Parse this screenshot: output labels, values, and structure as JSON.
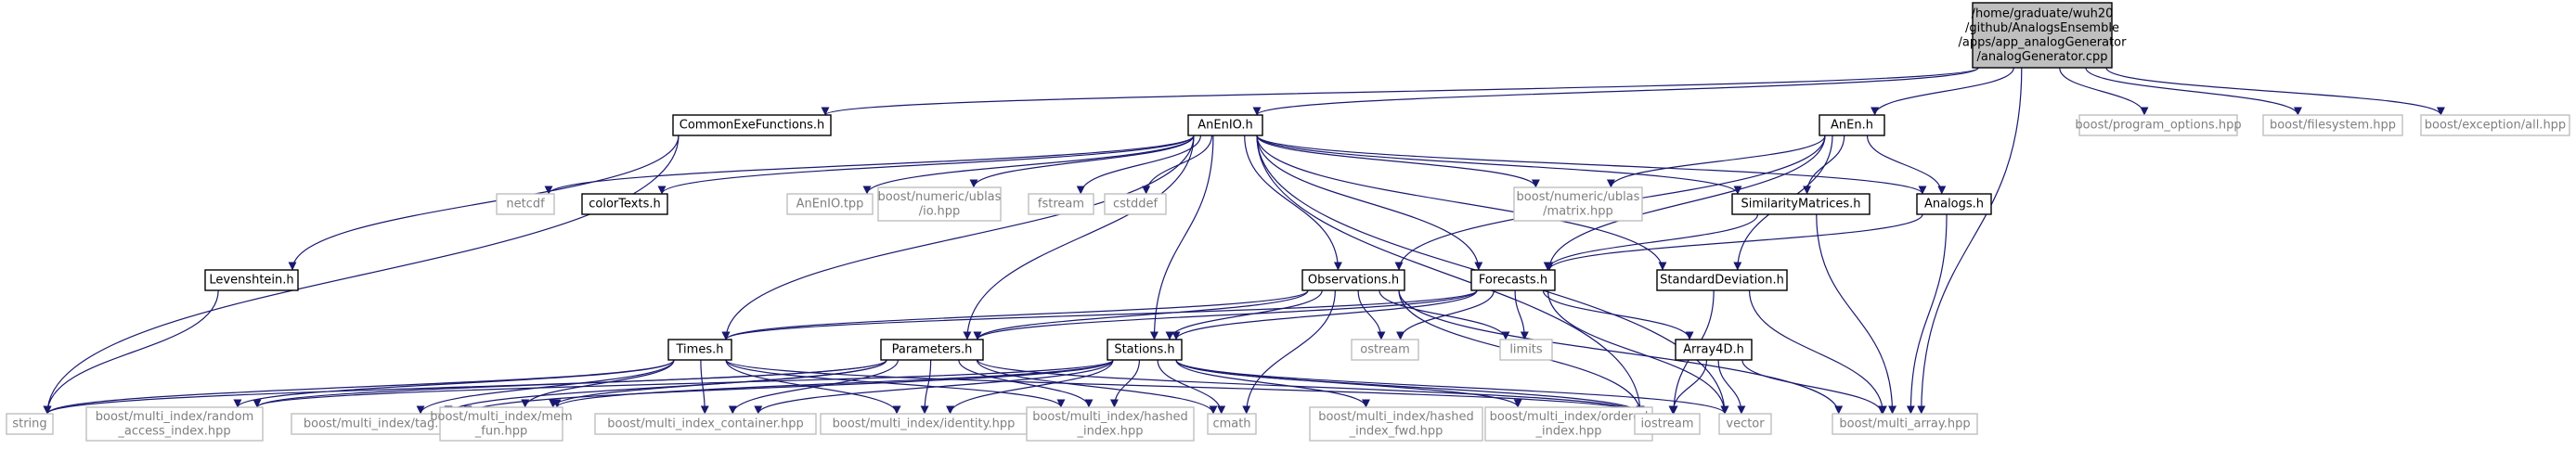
{
  "graph": {
    "edge_color": "#191970",
    "main_fill": "#bfbfbf",
    "external_text_color": "#7f7f7f",
    "nodes": [
      {
        "id": "main",
        "type": "main",
        "lines": [
          "/home/graduate/wuh20",
          "/github/AnalogsEnsemble",
          "/apps/app_analogGenerator",
          "/analogGenerator.cpp"
        ]
      },
      {
        "id": "commonexe",
        "type": "local",
        "lines": [
          "CommonExeFunctions.h"
        ]
      },
      {
        "id": "anenio",
        "type": "local",
        "lines": [
          "AnEnIO.h"
        ]
      },
      {
        "id": "anen",
        "type": "local",
        "lines": [
          "AnEn.h"
        ]
      },
      {
        "id": "po",
        "type": "ext",
        "lines": [
          "boost/program_options.hpp"
        ]
      },
      {
        "id": "fs",
        "type": "ext",
        "lines": [
          "boost/filesystem.hpp"
        ]
      },
      {
        "id": "exc",
        "type": "ext",
        "lines": [
          "boost/exception/all.hpp"
        ]
      },
      {
        "id": "netcdf",
        "type": "ext",
        "lines": [
          "netcdf"
        ]
      },
      {
        "id": "colortexts",
        "type": "local",
        "lines": [
          "colorTexts.h"
        ]
      },
      {
        "id": "anentpp",
        "type": "ext",
        "lines": [
          "AnEnIO.tpp"
        ]
      },
      {
        "id": "ublasio",
        "type": "ext",
        "lines": [
          "boost/numeric/ublas",
          "/io.hpp"
        ]
      },
      {
        "id": "fstream",
        "type": "ext",
        "lines": [
          "fstream"
        ]
      },
      {
        "id": "cstddef",
        "type": "ext",
        "lines": [
          "cstddef"
        ]
      },
      {
        "id": "matrix",
        "type": "ext",
        "lines": [
          "boost/numeric/ublas",
          "/matrix.hpp"
        ]
      },
      {
        "id": "simmat",
        "type": "local",
        "lines": [
          "SimilarityMatrices.h"
        ]
      },
      {
        "id": "analogs",
        "type": "local",
        "lines": [
          "Analogs.h"
        ]
      },
      {
        "id": "leven",
        "type": "local",
        "lines": [
          "Levenshtein.h"
        ]
      },
      {
        "id": "obs",
        "type": "local",
        "lines": [
          "Observations.h"
        ]
      },
      {
        "id": "fcst",
        "type": "local",
        "lines": [
          "Forecasts.h"
        ]
      },
      {
        "id": "stddev",
        "type": "local",
        "lines": [
          "StandardDeviation.h"
        ]
      },
      {
        "id": "times",
        "type": "local",
        "lines": [
          "Times.h"
        ]
      },
      {
        "id": "params",
        "type": "local",
        "lines": [
          "Parameters.h"
        ]
      },
      {
        "id": "stations",
        "type": "local",
        "lines": [
          "Stations.h"
        ]
      },
      {
        "id": "ostream",
        "type": "ext",
        "lines": [
          "ostream"
        ]
      },
      {
        "id": "limits",
        "type": "ext",
        "lines": [
          "limits"
        ]
      },
      {
        "id": "array4d",
        "type": "local",
        "lines": [
          "Array4D.h"
        ]
      },
      {
        "id": "string",
        "type": "ext",
        "lines": [
          "string"
        ]
      },
      {
        "id": "random",
        "type": "ext",
        "lines": [
          "boost/multi_index/random",
          "_access_index.hpp"
        ]
      },
      {
        "id": "tag",
        "type": "ext",
        "lines": [
          "boost/multi_index/tag.hpp"
        ]
      },
      {
        "id": "memfun",
        "type": "ext",
        "lines": [
          "boost/multi_index/mem",
          "_fun.hpp"
        ]
      },
      {
        "id": "mic",
        "type": "ext",
        "lines": [
          "boost/multi_index_container.hpp"
        ]
      },
      {
        "id": "identity",
        "type": "ext",
        "lines": [
          "boost/multi_index/identity.hpp"
        ]
      },
      {
        "id": "hashed",
        "type": "ext",
        "lines": [
          "boost/multi_index/hashed",
          "_index.hpp"
        ]
      },
      {
        "id": "cmath",
        "type": "ext",
        "lines": [
          "cmath"
        ]
      },
      {
        "id": "hashedfwd",
        "type": "ext",
        "lines": [
          "boost/multi_index/hashed",
          "_index_fwd.hpp"
        ]
      },
      {
        "id": "ordered",
        "type": "ext",
        "lines": [
          "boost/multi_index/ordered",
          "_index.hpp"
        ]
      },
      {
        "id": "iostream",
        "type": "ext",
        "lines": [
          "iostream"
        ]
      },
      {
        "id": "vector",
        "type": "ext",
        "lines": [
          "vector"
        ]
      },
      {
        "id": "multiarray",
        "type": "ext",
        "lines": [
          "boost/multi_array.hpp"
        ]
      }
    ],
    "edges": [
      [
        "main",
        "commonexe"
      ],
      [
        "main",
        "anenio"
      ],
      [
        "main",
        "anen"
      ],
      [
        "main",
        "po"
      ],
      [
        "main",
        "fs"
      ],
      [
        "main",
        "exc"
      ],
      [
        "main",
        "multiarray"
      ],
      [
        "commonexe",
        "leven"
      ],
      [
        "commonexe",
        "string"
      ],
      [
        "leven",
        "string"
      ],
      [
        "anenio",
        "netcdf"
      ],
      [
        "anenio",
        "colortexts"
      ],
      [
        "anenio",
        "anentpp"
      ],
      [
        "anenio",
        "ublasio"
      ],
      [
        "anenio",
        "fstream"
      ],
      [
        "anenio",
        "cstddef"
      ],
      [
        "anenio",
        "matrix"
      ],
      [
        "anenio",
        "simmat"
      ],
      [
        "anenio",
        "analogs"
      ],
      [
        "anenio",
        "obs"
      ],
      [
        "anenio",
        "fcst"
      ],
      [
        "anenio",
        "stddev"
      ],
      [
        "anenio",
        "times"
      ],
      [
        "anenio",
        "params"
      ],
      [
        "anenio",
        "stations"
      ],
      [
        "anenio",
        "vector"
      ],
      [
        "anenio",
        "iostream"
      ],
      [
        "anen",
        "matrix"
      ],
      [
        "anen",
        "simmat"
      ],
      [
        "anen",
        "analogs"
      ],
      [
        "anen",
        "obs"
      ],
      [
        "anen",
        "fcst"
      ],
      [
        "anen",
        "stddev"
      ],
      [
        "simmat",
        "fcst"
      ],
      [
        "simmat",
        "multiarray"
      ],
      [
        "analogs",
        "fcst"
      ],
      [
        "analogs",
        "multiarray"
      ],
      [
        "obs",
        "times"
      ],
      [
        "obs",
        "params"
      ],
      [
        "obs",
        "stations"
      ],
      [
        "obs",
        "ostream"
      ],
      [
        "obs",
        "limits"
      ],
      [
        "obs",
        "multiarray"
      ],
      [
        "obs",
        "cmath"
      ],
      [
        "obs",
        "iostream"
      ],
      [
        "fcst",
        "times"
      ],
      [
        "fcst",
        "params"
      ],
      [
        "fcst",
        "stations"
      ],
      [
        "fcst",
        "ostream"
      ],
      [
        "fcst",
        "limits"
      ],
      [
        "fcst",
        "array4d"
      ],
      [
        "fcst",
        "vector"
      ],
      [
        "stddev",
        "iostream"
      ],
      [
        "stddev",
        "multiarray"
      ],
      [
        "array4d",
        "iostream"
      ],
      [
        "array4d",
        "vector"
      ],
      [
        "array4d",
        "multiarray"
      ],
      [
        "times",
        "string"
      ],
      [
        "times",
        "random"
      ],
      [
        "times",
        "tag"
      ],
      [
        "times",
        "memfun"
      ],
      [
        "times",
        "mic"
      ],
      [
        "times",
        "identity"
      ],
      [
        "times",
        "hashed"
      ],
      [
        "times",
        "iostream"
      ],
      [
        "params",
        "string"
      ],
      [
        "params",
        "random"
      ],
      [
        "params",
        "tag"
      ],
      [
        "params",
        "memfun"
      ],
      [
        "params",
        "mic"
      ],
      [
        "params",
        "identity"
      ],
      [
        "params",
        "hashed"
      ],
      [
        "params",
        "cmath"
      ],
      [
        "params",
        "iostream"
      ],
      [
        "stations",
        "random"
      ],
      [
        "stations",
        "tag"
      ],
      [
        "stations",
        "memfun"
      ],
      [
        "stations",
        "mic"
      ],
      [
        "stations",
        "identity"
      ],
      [
        "stations",
        "hashed"
      ],
      [
        "stations",
        "cmath"
      ],
      [
        "stations",
        "hashedfwd"
      ],
      [
        "stations",
        "ordered"
      ],
      [
        "stations",
        "iostream"
      ],
      [
        "stations",
        "vector"
      ]
    ]
  }
}
